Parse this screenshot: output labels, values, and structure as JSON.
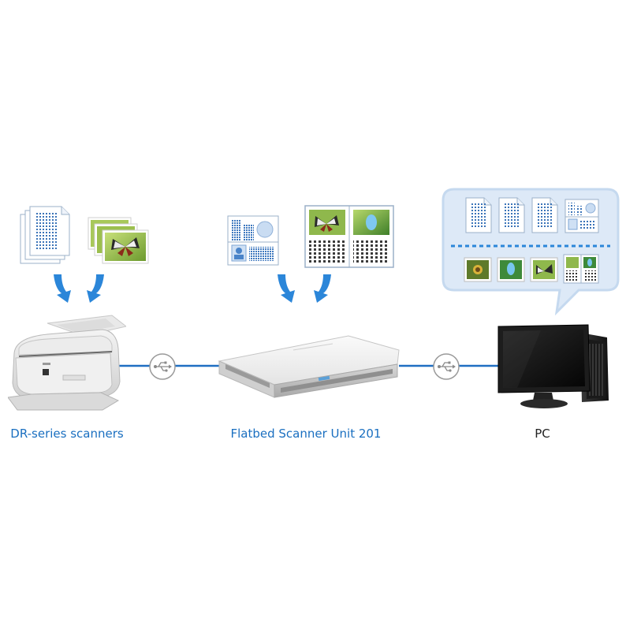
{
  "diagram": {
    "nodes": [
      {
        "id": "dr",
        "label": "DR-series scanners",
        "label_color": "#1a6fc0"
      },
      {
        "id": "flatbed",
        "label": "Flatbed Scanner Unit 201",
        "label_color": "#1a6fc0"
      },
      {
        "id": "pc",
        "label": "PC",
        "label_color": "#222222"
      }
    ],
    "connections": [
      {
        "from": "dr",
        "to": "flatbed",
        "icon": "usb-icon"
      },
      {
        "from": "flatbed",
        "to": "pc",
        "icon": "usb-icon"
      }
    ],
    "colors": {
      "connection_line": "#1f6fc2",
      "arrow": "#2b86d9",
      "bubble_fill": "#dde9f7",
      "bubble_stroke": "#c5d9ef"
    }
  }
}
